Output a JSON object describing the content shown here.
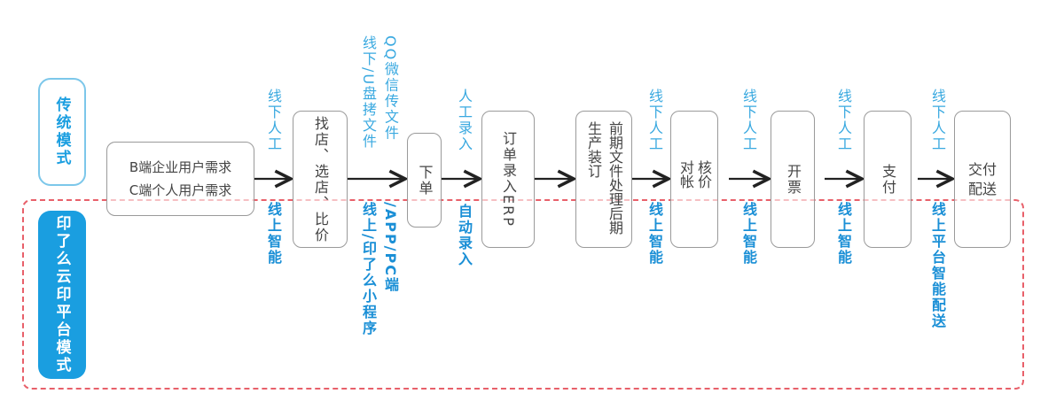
{
  "modes": {
    "traditional": "传统模式",
    "platform": "印了么云印平台模式"
  },
  "steps": {
    "demand": [
      "B端企业用户需求",
      "C端个人用户需求"
    ],
    "find_store": "找店、选店、比价",
    "order": "下单",
    "erp": "订单录入ERP",
    "production": "前期文件处理后期生产装订",
    "reconcile": "核价对帐",
    "invoice": "开票",
    "payment": "支付",
    "delivery": [
      "交付",
      "配送"
    ]
  },
  "labels": {
    "a1_top": "线下人工",
    "a1_bottom": "线上智能",
    "a2_top": [
      "QQ微信传文件",
      "线下/U盘拷文件"
    ],
    "a2_bottom": [
      "/APP/PC端",
      "线上/印了么小程序"
    ],
    "a3_top": "人工录入",
    "a3_bottom": "自动录入",
    "a5_top": "线下人工",
    "a5_bottom": "线上智能",
    "a6_top": "线下人工",
    "a6_bottom": "线上智能",
    "a7_top": "线下人工",
    "a7_bottom": "线上智能",
    "a8_top": "线下人工",
    "a8_bottom": "线上平台智能配送"
  },
  "colors": {
    "accent": "#1a9ee0",
    "dashed": "#e8606a"
  }
}
